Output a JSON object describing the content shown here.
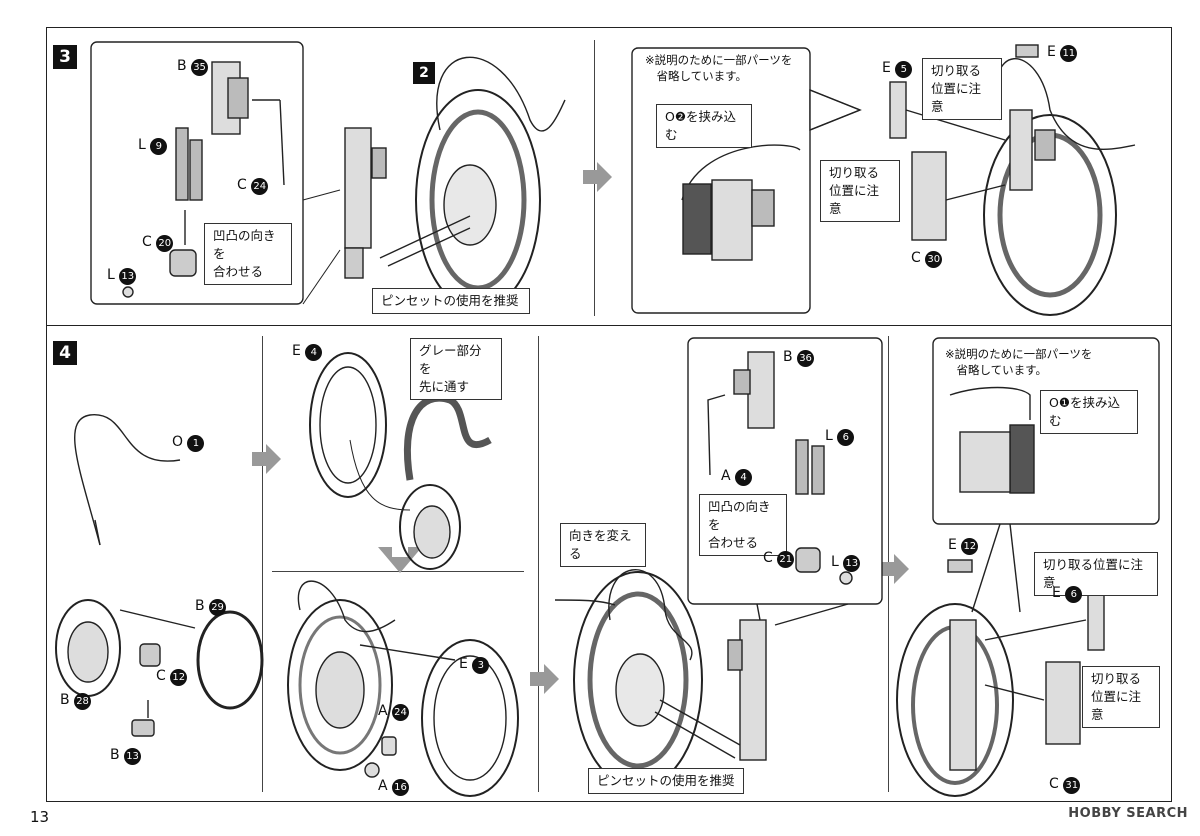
{
  "page_number": "13",
  "watermark": "HOBBY SEARCH",
  "step3": {
    "number": "3",
    "sub_a": {
      "labels": {
        "b35": "B",
        "l9": "L",
        "c24": "C",
        "c20": "C",
        "l13": "L"
      },
      "numbers": {
        "b35": "35",
        "l9": "9",
        "c24": "24",
        "c20": "20",
        "l13": "13"
      },
      "note_align": "凹凸の向きを\n合わせる"
    },
    "sub_b": {
      "badge": "2",
      "tweezers_note": "ピンセットの使用を推奨"
    },
    "sub_c": {
      "omit_note": "※説明のために一部パーツを\n　省略しています。",
      "insert_note": "O❷を挟み込む",
      "cut_note_1": "切り取る\n位置に注意",
      "cut_note_2": "切り取る\n位置に注意",
      "labels": {
        "e5": "E",
        "e11": "E",
        "c30": "C"
      },
      "numbers": {
        "e5": "5",
        "e11": "11",
        "c30": "30"
      }
    }
  },
  "step4": {
    "number": "4",
    "sub_a": {
      "labels": {
        "o1": "O",
        "b29": "B",
        "c12": "C",
        "b28": "B",
        "b13": "B"
      },
      "numbers": {
        "o1": "1",
        "b29": "29",
        "c12": "12",
        "b28": "28",
        "b13": "13"
      }
    },
    "sub_b": {
      "labels": {
        "e4": "E"
      },
      "numbers": {
        "e4": "4"
      },
      "gray_note": "グレー部分を\n先に通す"
    },
    "sub_c": {
      "labels": {
        "e3": "E",
        "a24": "A",
        "a16": "A"
      },
      "numbers": {
        "e3": "3",
        "a24": "24",
        "a16": "16"
      }
    },
    "sub_d": {
      "turn_note": "向きを変える",
      "tweezers_note": "ピンセットの使用を推奨",
      "labels": {
        "b36": "B",
        "l6": "L",
        "a4": "A",
        "c21": "C",
        "l13": "L"
      },
      "numbers": {
        "b36": "36",
        "l6": "6",
        "a4": "4",
        "c21": "21",
        "l13": "13"
      },
      "note_align": "凹凸の向きを\n合わせる"
    },
    "sub_e": {
      "omit_note": "※説明のために一部パーツを\n　省略しています。",
      "insert_note": "O❶を挟み込む",
      "cut_note_1": "切り取る位置に注意",
      "cut_note_2": "切り取る\n位置に注意",
      "labels": {
        "e12": "E",
        "e6": "E",
        "c31": "C"
      },
      "numbers": {
        "e12": "12",
        "e6": "6",
        "c31": "31"
      }
    }
  },
  "circled": {
    "one": "1",
    "two": "2",
    "three": "3",
    "four": "4"
  }
}
